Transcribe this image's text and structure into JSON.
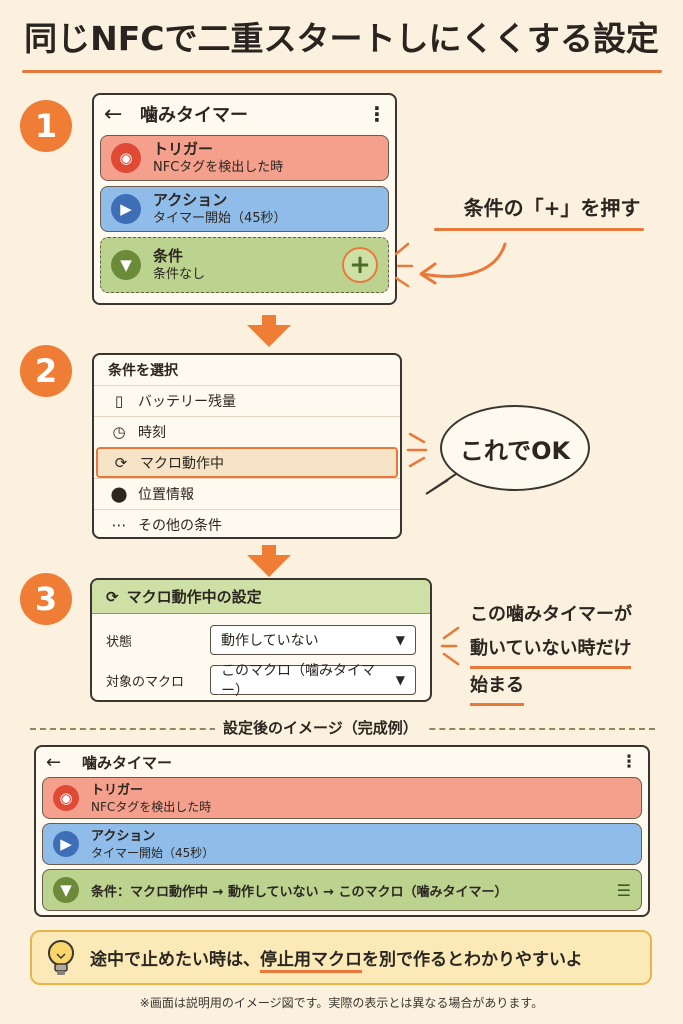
{
  "title": "同じNFCで二重スタートしにくくする設定",
  "steps": [
    "1",
    "2",
    "3"
  ],
  "step1": {
    "app_title": "噛みタイマー",
    "trigger": {
      "label": "トリガー",
      "detail": "NFCタグを検出した時"
    },
    "action": {
      "label": "アクション",
      "detail": "タイマー開始（45秒）"
    },
    "condition": {
      "label": "条件",
      "detail": "条件なし",
      "add_button": "+"
    },
    "callout": "条件の「+」を押す"
  },
  "step2": {
    "header": "条件を選択",
    "items": [
      {
        "icon": "battery-icon",
        "label": "バッテリー残量"
      },
      {
        "icon": "clock-icon",
        "label": "時刻"
      },
      {
        "icon": "macro-sync-icon",
        "label": "マクロ動作中",
        "selected": true
      },
      {
        "icon": "location-pin-icon",
        "label": "位置情報"
      },
      {
        "icon": "ellipsis-icon",
        "label": "その他の条件"
      }
    ],
    "bubble": "これでOK"
  },
  "step3": {
    "header": "マクロ動作中の設定",
    "state_label": "状態",
    "state_value": "動作していない",
    "target_label": "対象のマクロ",
    "target_value": "このマクロ（噛みタイマー）",
    "callout_lines": [
      "この噛みタイマーが",
      "動いていない時だけ",
      "始まる"
    ]
  },
  "result": {
    "frame_label": "設定後のイメージ（完成例）",
    "app_title": "噛みタイマー",
    "trigger": {
      "label": "トリガー",
      "detail": "NFCタグを検出した時"
    },
    "action": {
      "label": "アクション",
      "detail": "タイマー開始（45秒）"
    },
    "condition": "条件：マクロ動作中 → 動作していない → このマクロ（噛みタイマー）"
  },
  "tip": {
    "before": "途中で止めたい時は、",
    "highlight": "停止用マクロ",
    "after": "を別で作るとわかりやすいよ"
  },
  "footnote": "※画面は説明用のイメージ図です。実際の表示とは異なる場合があります。",
  "colors": {
    "accent": "#ef7d35",
    "trigger": "#f4a08c",
    "action": "#8fbce8",
    "condition": "#bcd28f",
    "background": "#fbf1de"
  }
}
